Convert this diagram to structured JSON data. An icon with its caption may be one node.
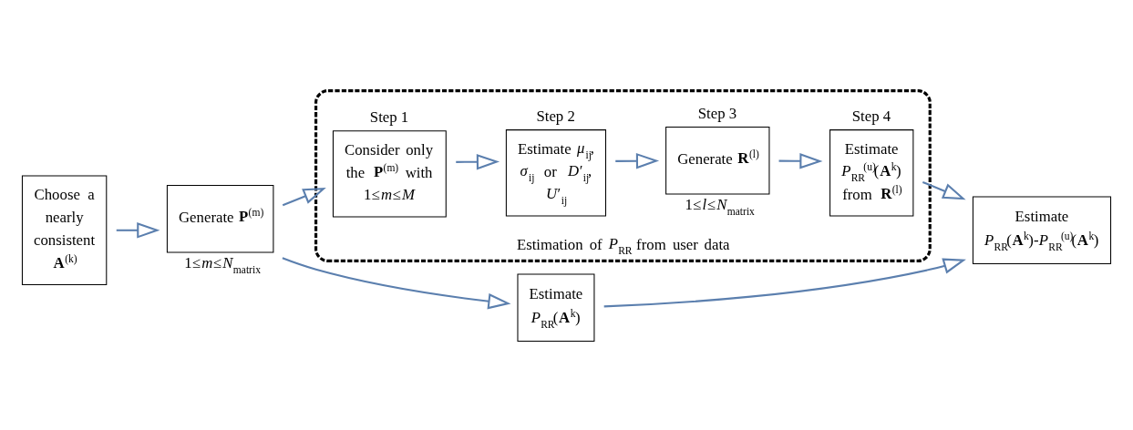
{
  "diagram": {
    "nodes": [
      {
        "text": [
          "Choose a nearly consistent **A**$^{(k)}$"
        ]
      },
      {
        "text": [
          "Generate **P**$^{(m)}$"
        ],
        "beside": [
          "1≤*m*≤*N*$_{matrix}$"
        ]
      },
      {
        "text": [
          "Estimate *P*$_{RR}$(**A**$^{k}$)"
        ]
      },
      {
        "text": [
          "Estimate *P*$_{RR}$(**A**$^{k}$)-*P*$_{RR}$$^{(u)}$(**A**$^{k}$)"
        ]
      },
      {
        "text": [
          "Estimation of *P*$_{RR}$ from user data"
        ]
      },
      {
        "text": [
          "Consider only the **P**$^{(m)}$ with 1≤*m*≤*M*"
        ],
        "beside": [
          "Step 1"
        ],
        "in": 4
      },
      {
        "text": [
          "Estimate *μ*$_{ij}$, *σ*$_{ij}$ or *D*′$_{ij}$, *U*′$_{ij}$"
        ],
        "beside": [
          "Step 2"
        ],
        "in": 4
      },
      {
        "text": [
          "Generate **R**$^{(l)}$"
        ],
        "beside": [
          "Step 3",
          "1≤*l*≤*N*$_{matrix}$"
        ],
        "in": 4
      },
      {
        "text": [
          "Estimate *P*$_{RR}$$^{(u)}$(**A**$^{k}$) from **R**$^{(l)}$"
        ],
        "beside": [
          "Step 4"
        ],
        "in": 4
      }
    ],
    "edges": [
      {
        "from": 0,
        "to": 1,
        "arrow": "to"
      },
      {
        "from": 1,
        "to": 2,
        "arrow": "to"
      },
      {
        "from": 2,
        "to": 3,
        "arrow": "to"
      },
      {
        "from": 1,
        "to": 5,
        "arrow": "to"
      },
      {
        "from": 5,
        "to": 6,
        "arrow": "to"
      },
      {
        "from": 6,
        "to": 7,
        "arrow": "to"
      },
      {
        "from": 7,
        "to": 8,
        "arrow": "to"
      },
      {
        "from": 8,
        "to": 3,
        "arrow": "to"
      }
    ]
  }
}
